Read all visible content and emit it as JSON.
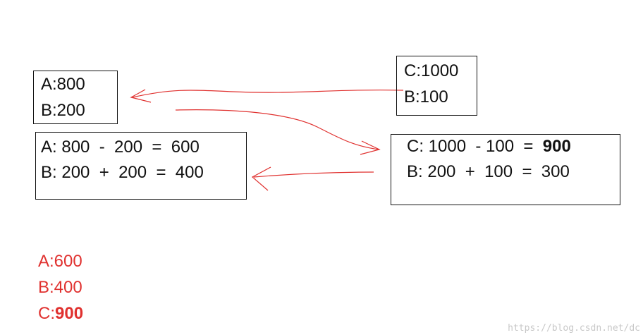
{
  "box_a": {
    "line1": "A:800",
    "line2": "B:200"
  },
  "box_c": {
    "line1": "C:1000",
    "line2": "B:100"
  },
  "calc_left": {
    "line1": "A: 800  -  200  =  600",
    "line2": "B: 200  +  200  =  400"
  },
  "calc_right": {
    "line1_prefix": "C: 1000  - 100  =  ",
    "line1_result": "900",
    "line2": "B: 200  +  100  =  300"
  },
  "result": {
    "a": "A:600",
    "b": "B:400",
    "c_label": "C:",
    "c_value": "900"
  },
  "watermark": "https://blog.csdn.net/dc",
  "colors": {
    "ink": "#111111",
    "arrow": "#e0312f",
    "result": "#e0312f"
  }
}
